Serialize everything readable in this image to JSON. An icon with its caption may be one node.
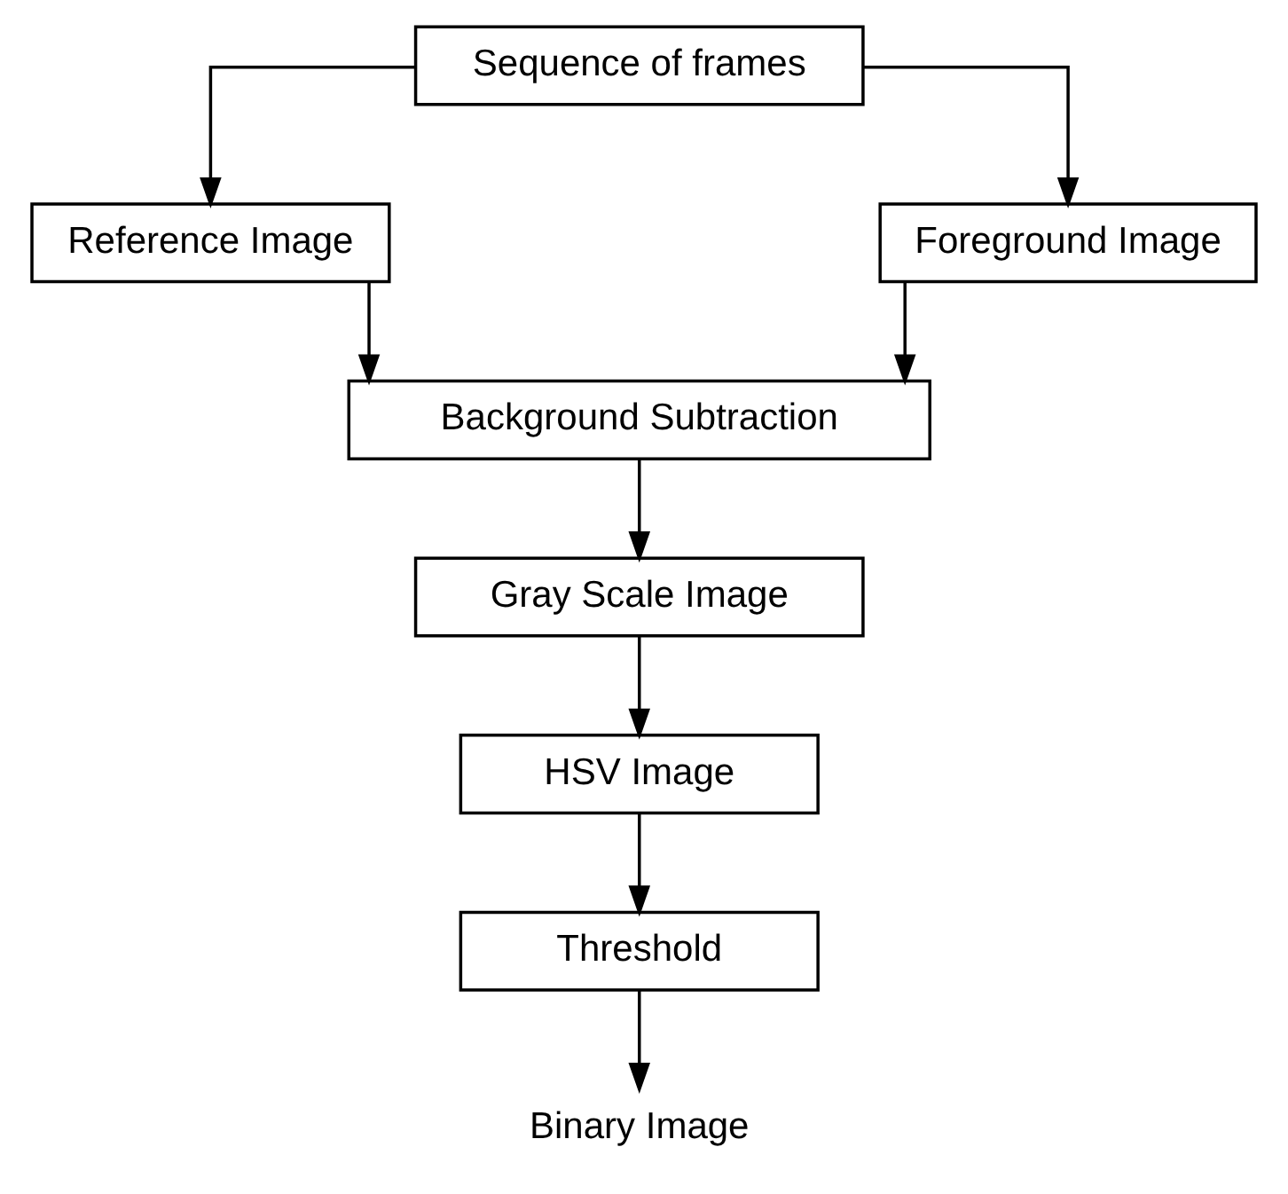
{
  "diagram": {
    "nodes": [
      {
        "text": [
          "Sequence of frames"
        ]
      },
      {
        "text": [
          "Reference Image"
        ]
      },
      {
        "text": [
          "Foreground Image"
        ]
      },
      {
        "text": [
          "Background Subtraction"
        ]
      },
      {
        "text": [
          "Gray Scale Image"
        ]
      },
      {
        "text": [
          "HSV Image"
        ]
      },
      {
        "text": [
          "Threshold"
        ]
      },
      {
        "text": [
          "Binary Image"
        ]
      }
    ],
    "edges": [
      {
        "from": 0,
        "to": 1,
        "arrow": "to"
      },
      {
        "from": 0,
        "to": 2,
        "arrow": "to"
      },
      {
        "from": 1,
        "to": 3,
        "arrow": "to"
      },
      {
        "from": 2,
        "to": 3,
        "arrow": "to"
      },
      {
        "from": 3,
        "to": 4,
        "arrow": "to"
      },
      {
        "from": 4,
        "to": 5,
        "arrow": "to"
      },
      {
        "from": 5,
        "to": 6,
        "arrow": "to"
      },
      {
        "from": 6,
        "to": 7,
        "arrow": "to"
      }
    ]
  }
}
